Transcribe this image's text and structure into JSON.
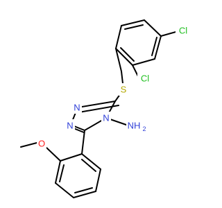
{
  "molecule": {
    "atoms": {
      "cl_top": {
        "symbol": "Cl",
        "color": "#1fbf1f"
      },
      "cl_ortho": {
        "symbol": "Cl",
        "color": "#1fbf1f"
      },
      "sulfur": {
        "symbol": "S",
        "color": "#b3a800"
      },
      "n_ring_upper": {
        "symbol": "N",
        "color": "#2f3fd8"
      },
      "n_ring_lower": {
        "symbol": "N",
        "color": "#2f3fd8"
      },
      "n_ring_4": {
        "symbol": "N",
        "color": "#2f3fd8"
      },
      "amine": {
        "symbol": "NH",
        "color": "#2f3fd8"
      },
      "amine_h_count": {
        "symbol": "2",
        "color": "#2f3fd8"
      },
      "oxygen": {
        "symbol": "O",
        "color": "#ff1f1f"
      }
    },
    "bond_color": "#000000"
  }
}
